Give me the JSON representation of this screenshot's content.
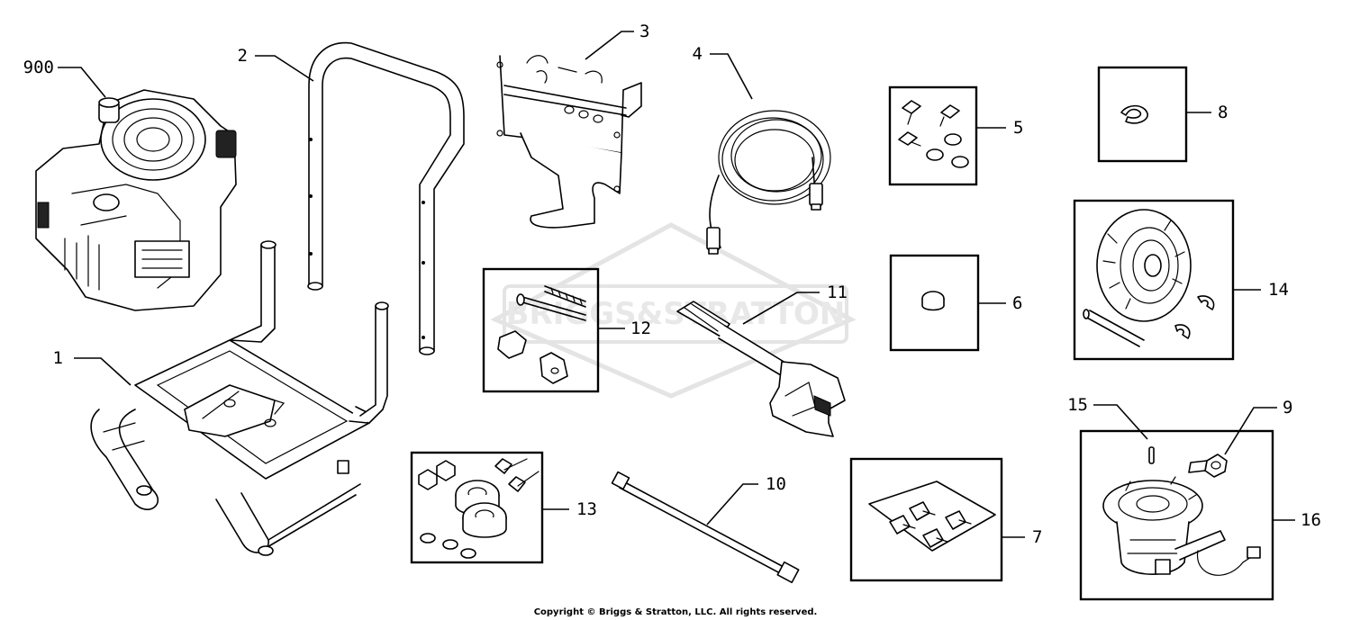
{
  "watermark": {
    "brand_text": "BRIGGS&STRATTON"
  },
  "callouts": [
    {
      "id": "1",
      "label": "1"
    },
    {
      "id": "2",
      "label": "2"
    },
    {
      "id": "3",
      "label": "3"
    },
    {
      "id": "4",
      "label": "4"
    },
    {
      "id": "5",
      "label": "5"
    },
    {
      "id": "6",
      "label": "6"
    },
    {
      "id": "7",
      "label": "7"
    },
    {
      "id": "8",
      "label": "8"
    },
    {
      "id": "9",
      "label": "9"
    },
    {
      "id": "10",
      "label": "10"
    },
    {
      "id": "11",
      "label": "11"
    },
    {
      "id": "12",
      "label": "12"
    },
    {
      "id": "13",
      "label": "13"
    },
    {
      "id": "14",
      "label": "14"
    },
    {
      "id": "15",
      "label": "15"
    },
    {
      "id": "16",
      "label": "16"
    },
    {
      "id": "900",
      "label": "900"
    }
  ],
  "footer": {
    "copyright": "Copyright © Briggs & Stratton, LLC. All rights reserved."
  }
}
